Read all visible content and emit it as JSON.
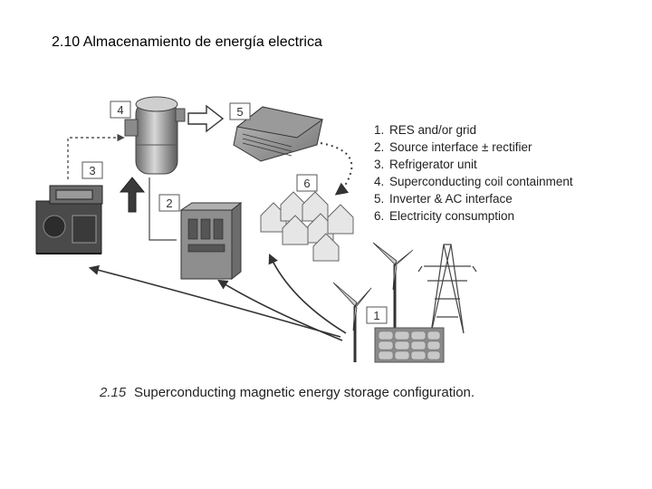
{
  "slide": {
    "title": "2.10 Almacenamiento de energía electrica"
  },
  "diagram": {
    "markers": [
      "4",
      "5",
      "3",
      "2",
      "6",
      "1"
    ],
    "legend": [
      {
        "num": "1.",
        "text": "RES and/or grid"
      },
      {
        "num": "2.",
        "text": "Source interface ± rectifier"
      },
      {
        "num": "3.",
        "text": "Refrigerator unit"
      },
      {
        "num": "4.",
        "text": "Superconducting coil containment"
      },
      {
        "num": "5.",
        "text": "Inverter & AC interface"
      },
      {
        "num": "6.",
        "text": "Electricity consumption"
      }
    ],
    "caption": {
      "number": "2.15",
      "text": "Superconducting magnetic energy storage configuration."
    }
  }
}
